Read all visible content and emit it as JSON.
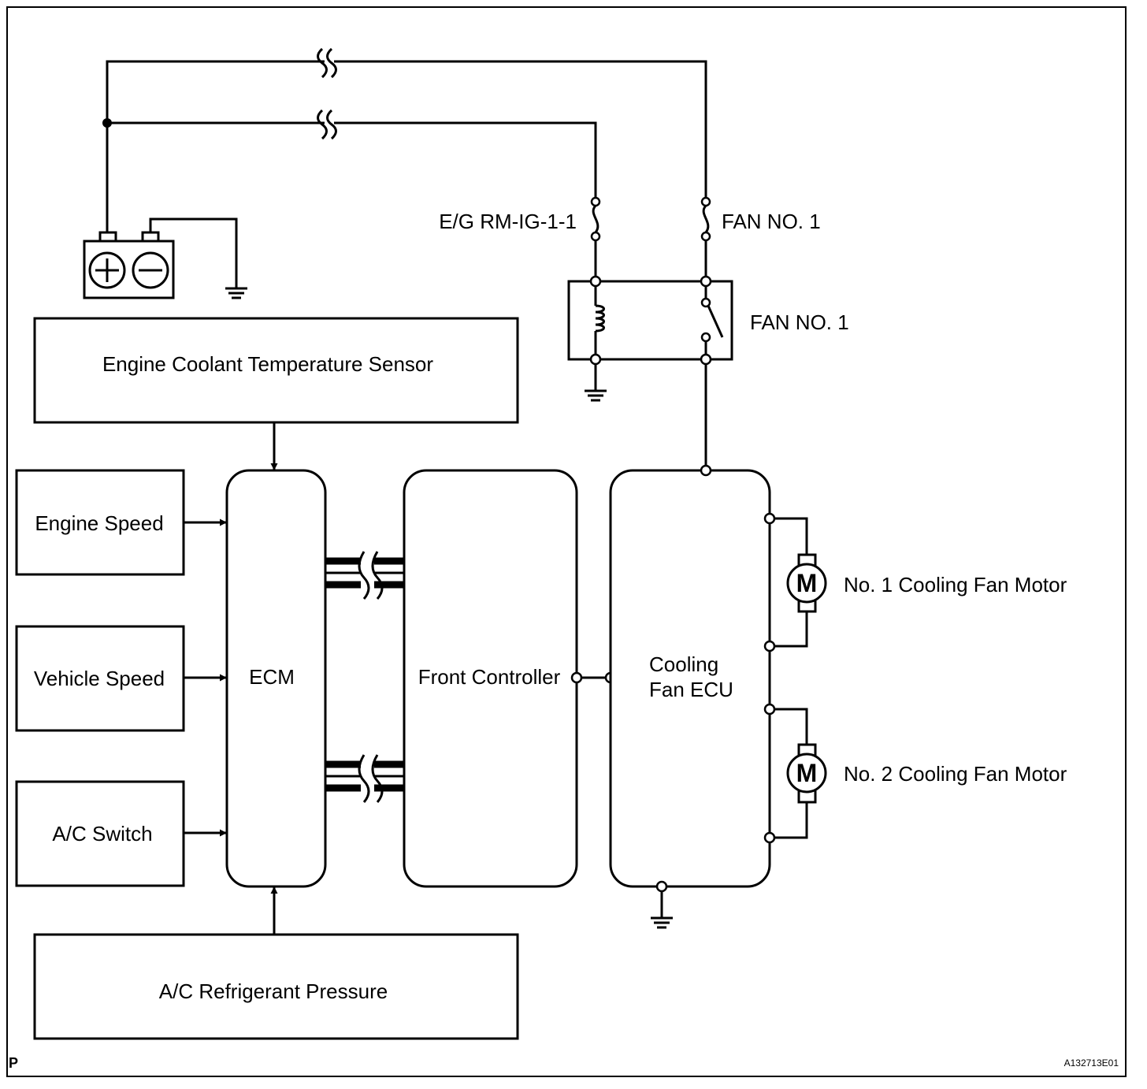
{
  "blocks": {
    "ect_sensor": "Engine Coolant Temperature Sensor",
    "engine_speed": "Engine Speed",
    "vehicle_speed": "Vehicle Speed",
    "ac_switch": "A/C Switch",
    "ac_pressure": "A/C Refrigerant Pressure",
    "ecm": "ECM",
    "front_controller": "Front Controller",
    "cooling_fan_ecu_line1": "Cooling",
    "cooling_fan_ecu_line2": "Fan ECU"
  },
  "fuses": {
    "eg_rm_ig": "E/G RM-IG-1-1",
    "fan_no1": "FAN NO. 1"
  },
  "relay": {
    "label": "FAN NO. 1"
  },
  "motors": {
    "symbol": "M",
    "motor1": "No. 1 Cooling Fan Motor",
    "motor2": "No. 2 Cooling Fan Motor"
  },
  "footer": {
    "left_mark": "P",
    "figure_id": "A132713E01"
  }
}
